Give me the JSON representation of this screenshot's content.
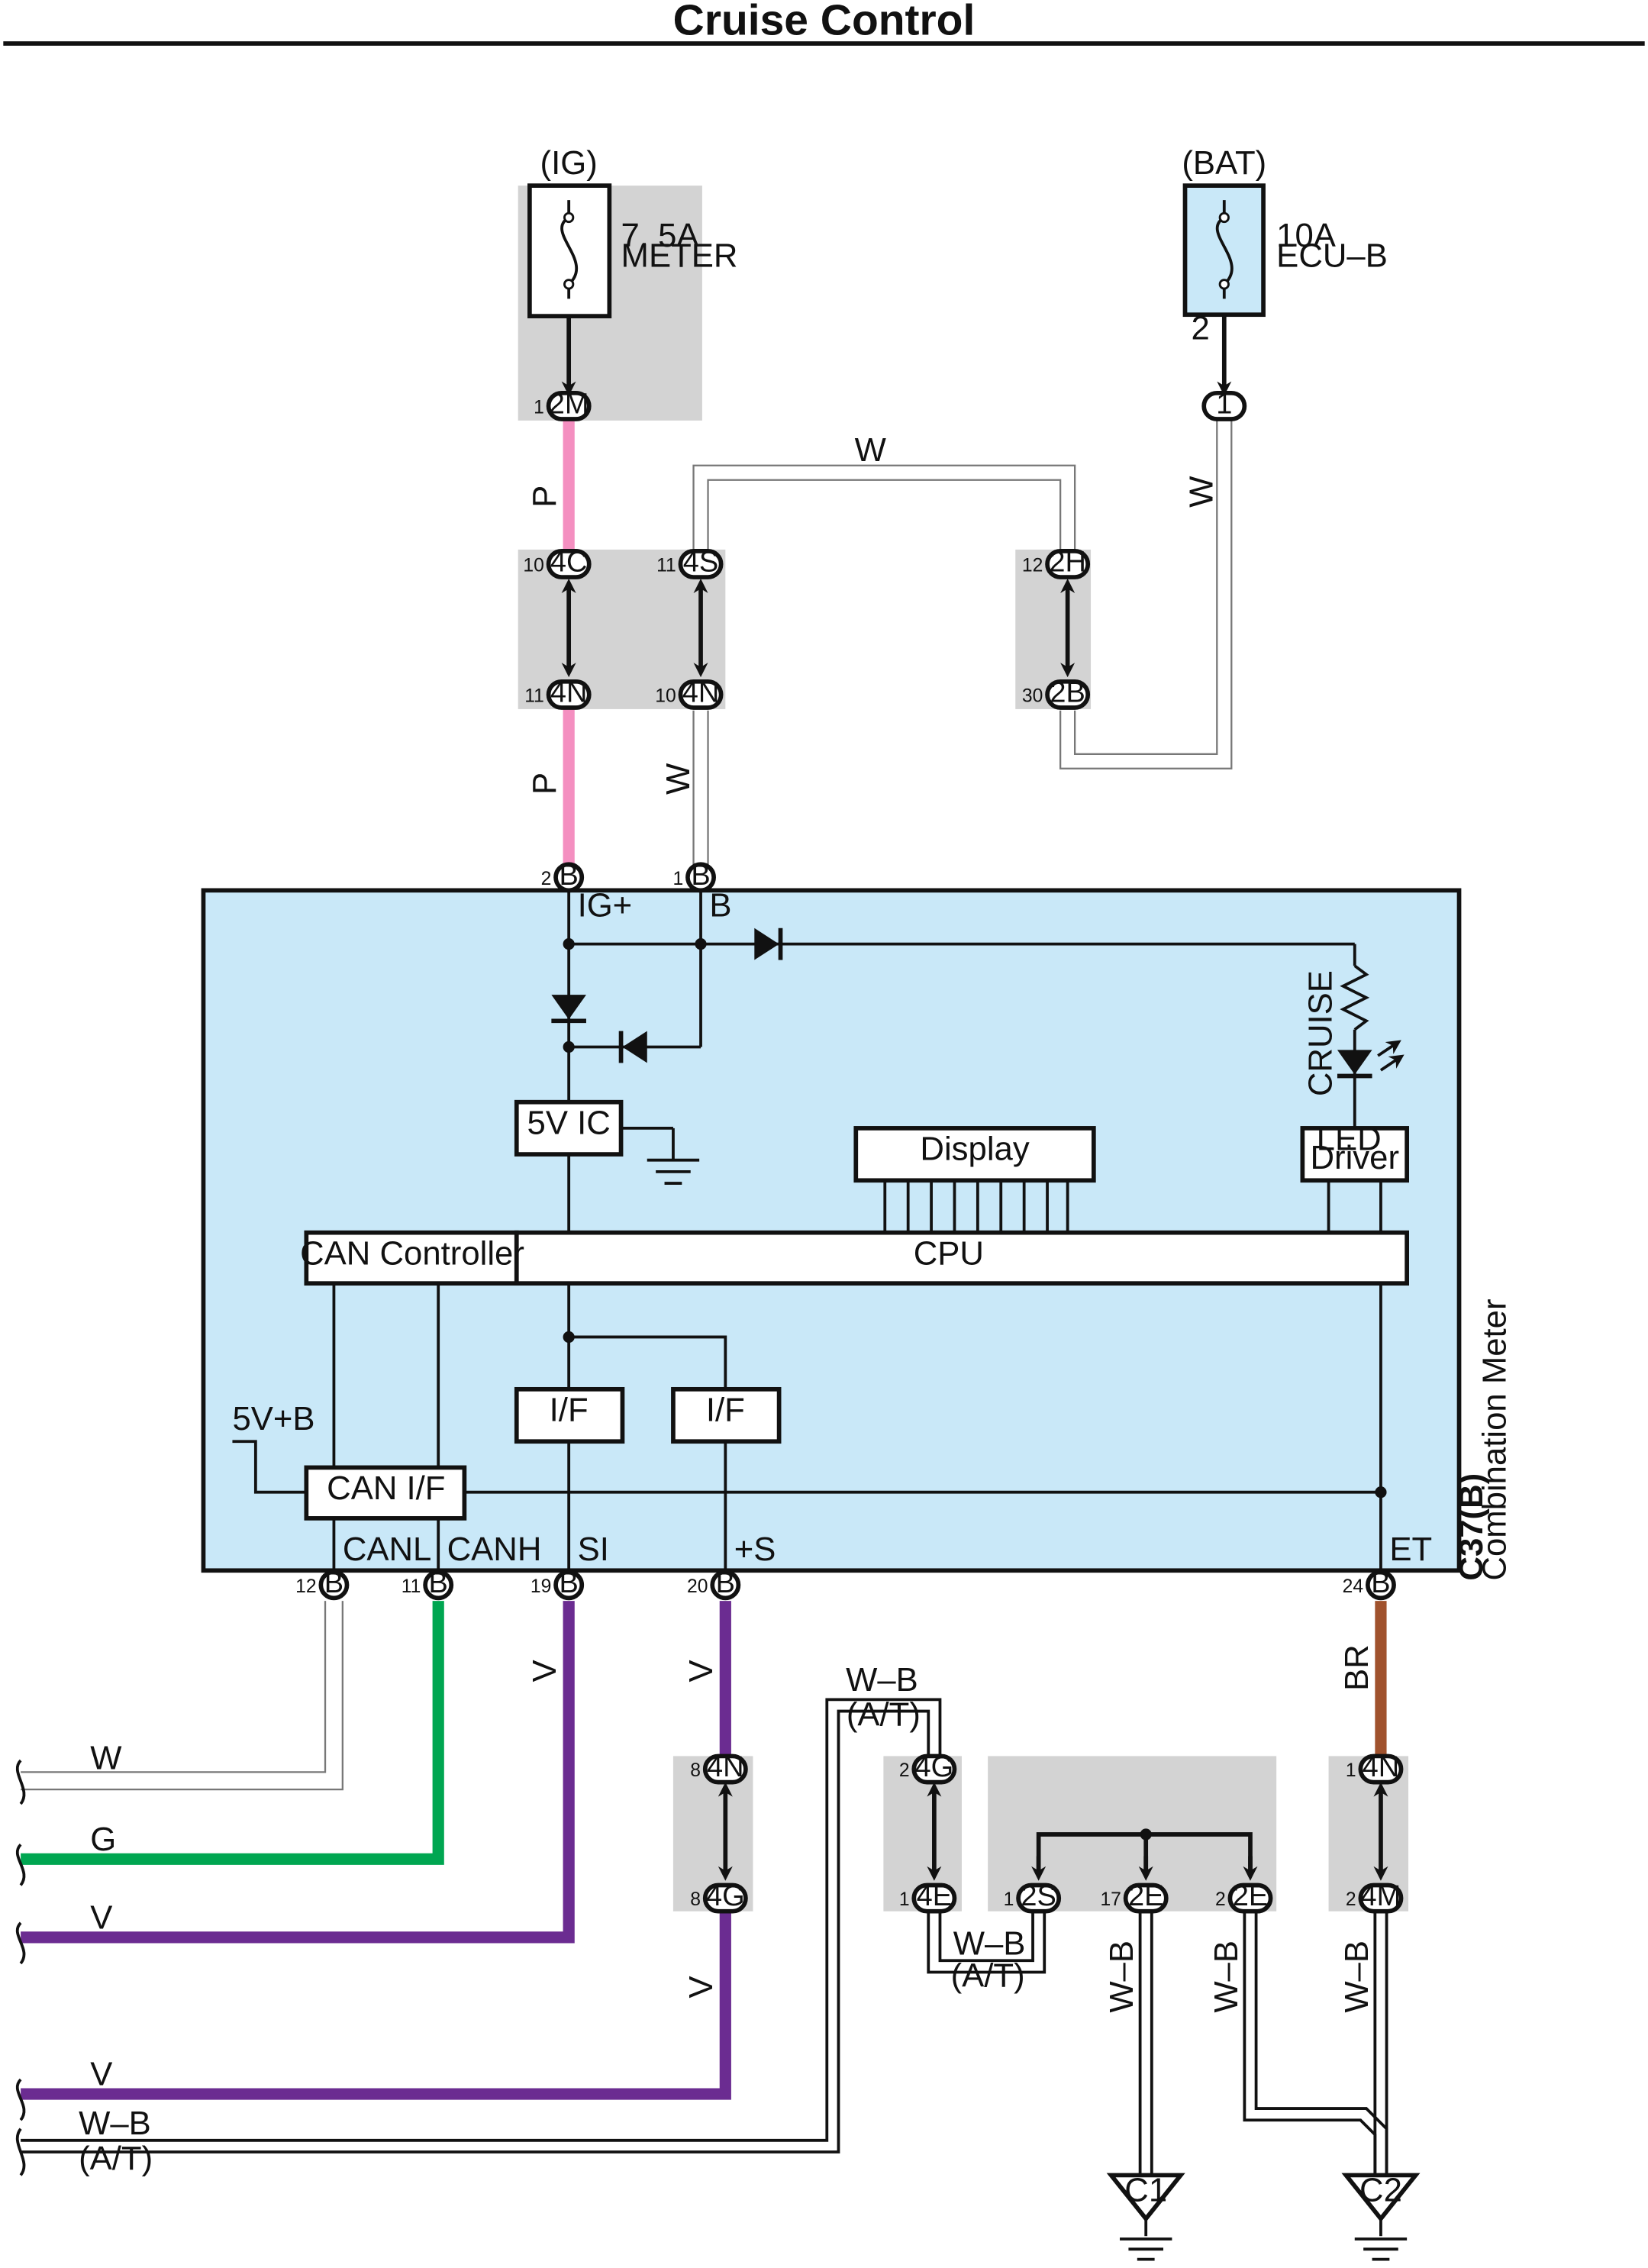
{
  "header": {
    "title": "Cruise Control"
  },
  "component": {
    "code": "C37(B)",
    "name": "Combination Meter"
  },
  "fuses": {
    "ig": {
      "source": "(IG)",
      "rating": "7. 5A",
      "name": "METER"
    },
    "bat": {
      "source": "(BAT)",
      "rating": "10A",
      "name": "ECU–B",
      "pin": "2"
    }
  },
  "connectors": {
    "c_2m": {
      "pin": "1",
      "id": "2M"
    },
    "c_bat1": {
      "id": "1"
    },
    "c_4c": {
      "pin": "10",
      "id": "4C"
    },
    "c_4n_a": {
      "pin": "11",
      "id": "4N"
    },
    "c_4s": {
      "pin": "11",
      "id": "4S"
    },
    "c_4n_b": {
      "pin": "10",
      "id": "4N"
    },
    "c_2h": {
      "pin": "12",
      "id": "2H"
    },
    "c_2b": {
      "pin": "30",
      "id": "2B"
    },
    "b2": {
      "pin": "2",
      "id": "B"
    },
    "b1": {
      "pin": "1",
      "id": "B"
    },
    "b12": {
      "pin": "12",
      "id": "B"
    },
    "b11": {
      "pin": "11",
      "id": "B"
    },
    "b19": {
      "pin": "19",
      "id": "B"
    },
    "b20": {
      "pin": "20",
      "id": "B"
    },
    "b24": {
      "pin": "24",
      "id": "B"
    },
    "c_4n_c": {
      "pin": "8",
      "id": "4N"
    },
    "c_4g_a": {
      "pin": "8",
      "id": "4G"
    },
    "c_4g_b": {
      "pin": "2",
      "id": "4G"
    },
    "c_4e": {
      "pin": "1",
      "id": "4E"
    },
    "c_2s": {
      "pin": "1",
      "id": "2S"
    },
    "c_2e_a": {
      "pin": "17",
      "id": "2E"
    },
    "c_2e_b": {
      "pin": "2",
      "id": "2E"
    },
    "c_4n_d": {
      "pin": "1",
      "id": "4N"
    },
    "c_4m": {
      "pin": "2",
      "id": "4M"
    }
  },
  "terminals": {
    "ig": "IG+",
    "b": "B",
    "canl": "CANL",
    "canh": "CANH",
    "si": "SI",
    "s": "+S",
    "et": "ET"
  },
  "blocks": {
    "ic5v": "5V IC",
    "display": "Display",
    "led_driver_1": "LED",
    "led_driver_2": "Driver",
    "can_controller": "CAN Controller",
    "cpu": "CPU",
    "if1": "I/F",
    "if2": "I/F",
    "can_if": "CAN I/F",
    "v5b": "5V+B",
    "cruise": "CRUISE"
  },
  "wire_labels": {
    "p1": "P",
    "p2": "P",
    "w_top": "W",
    "w_bat": "W",
    "w_b1": "W",
    "v_si": "V",
    "v_s": "V",
    "v_s2": "V",
    "br": "BR",
    "wb_top": "W–B",
    "at_top": "(A/T)",
    "wb_mid": "W–B",
    "at_mid": "(A/T)",
    "wb_2e17": "W–B",
    "wb_2e2": "W–B",
    "wb_4m": "W–B",
    "left_w": "W",
    "left_g": "G",
    "left_v1": "V",
    "left_v2": "V",
    "left_wb": "W–B",
    "left_at": "(A/T)"
  },
  "grounds": {
    "c1": "C1",
    "c2": "C2"
  },
  "colors": {
    "pink": "#f48fc0",
    "green": "#00a651",
    "purple": "#6b2c91",
    "brown": "#a0522d",
    "box_blue": "#c9e8f8",
    "shade": "#d3d3d3"
  }
}
